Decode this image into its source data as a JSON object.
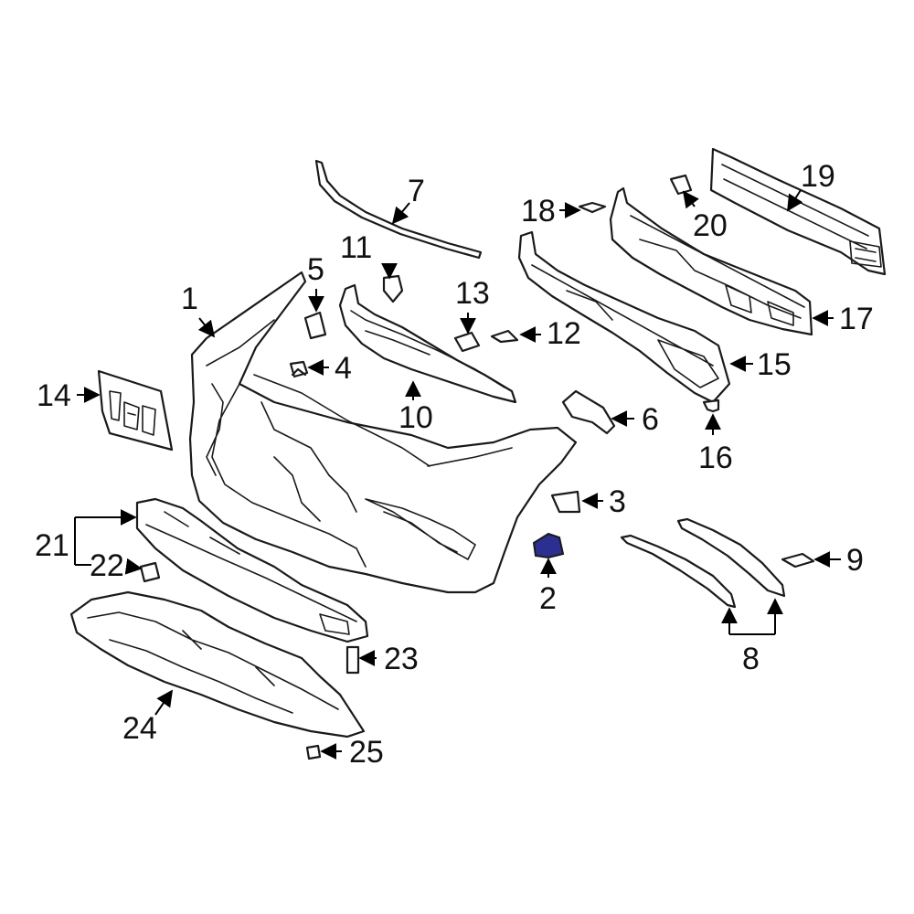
{
  "diagram": {
    "highlight_color": "#2b2f8f",
    "callouts": {
      "c1": "1",
      "c2": "2",
      "c3": "3",
      "c4": "4",
      "c5": "5",
      "c6": "6",
      "c7": "7",
      "c8": "8",
      "c9": "9",
      "c10": "10",
      "c11": "11",
      "c12": "12",
      "c13": "13",
      "c14": "14",
      "c15": "15",
      "c16": "16",
      "c17": "17",
      "c18": "18",
      "c19": "19",
      "c20": "20",
      "c21": "21",
      "c22": "22",
      "c23": "23",
      "c24": "24",
      "c25": "25"
    }
  }
}
